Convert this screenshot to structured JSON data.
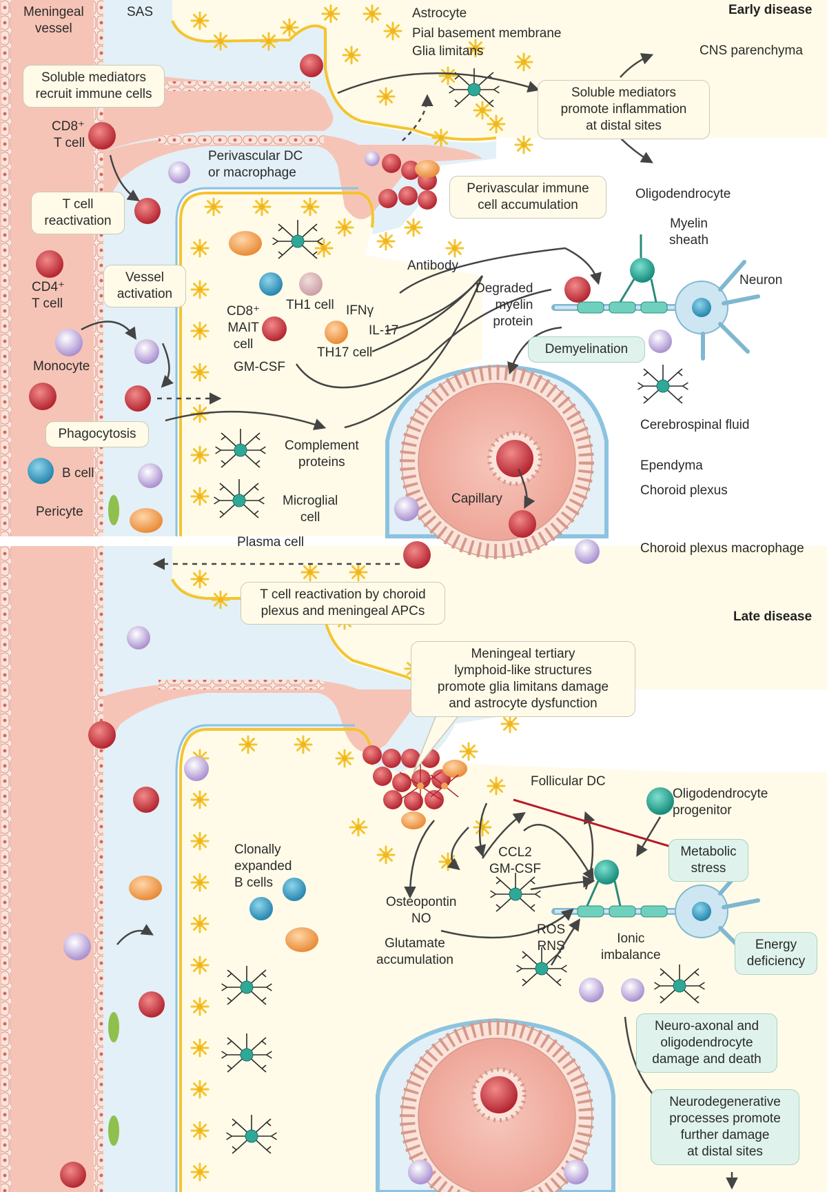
{
  "panels": {
    "early": "Early disease",
    "late": "Late disease"
  },
  "early_labels": {
    "meningeal_vessel": "Meningeal\nvessel",
    "sas": "SAS",
    "astrocyte": "Astrocyte",
    "pial_basement_membrane": "Pial basement membrane",
    "glia_limitans": "Glia limitans",
    "cns_parenchyma": "CNS parenchyma",
    "cd8_t_cell": "CD8⁺\nT cell",
    "perivascular_dc": "Perivascular DC\nor macrophage",
    "oligodendrocyte": "Oligodendrocyte",
    "myelin_sheath": "Myelin\nsheath",
    "neuron": "Neuron",
    "antibody": "Antibody",
    "cd4_t_cell": "CD4⁺\nT cell",
    "th1_cell": "TH1 cell",
    "ifn": "IFNγ",
    "il17": "IL-17",
    "th17_cell": "TH17 cell",
    "cd8_mait": "CD8⁺\nMAIT\ncell",
    "gmcsf": "GM-CSF",
    "degraded_myelin": "Degraded\nmyelin\nprotein",
    "monocyte": "Monocyte",
    "b_cell": "B cell",
    "pericyte": "Pericyte",
    "complement": "Complement\nproteins",
    "microglial_cell": "Microglial\ncell",
    "plasma_cell": "Plasma cell",
    "csf": "Cerebrospinal fluid",
    "ependyma": "Ependyma",
    "choroid_plexus": "Choroid plexus",
    "capillary": "Capillary",
    "cp_macrophage": "Choroid plexus macrophage"
  },
  "early_boxes": {
    "soluble_recruit": "Soluble mediators\nrecruit immune cells",
    "soluble_distal": "Soluble mediators\npromote inflammation\nat distal sites",
    "t_reactivation": "T cell\nreactivation",
    "perivascular_accum": "Perivascular immune\ncell accumulation",
    "vessel_activation": "Vessel\nactivation",
    "demyelination": "Demyelination",
    "phagocytosis": "Phagocytosis",
    "t_reactivation_cp": "T cell reactivation by choroid\nplexus and meningeal APCs"
  },
  "late_labels": {
    "follicular_dc": "Follicular DC",
    "opc": "Oligodendrocyte\nprogenitor",
    "clonal_b": "Clonally\nexpanded\nB cells",
    "ccl2": "CCL2\nGM-CSF",
    "osteopontin": "Osteopontin\nNO",
    "glutamate": "Glutamate\naccumulation",
    "ros": "ROS\nRNS",
    "ionic": "Ionic\nimbalance"
  },
  "late_boxes": {
    "tertiary": "Meningeal tertiary\nlymphoid-like structures\npromote glia limitans damage\nand astrocyte dysfunction",
    "metabolic": "Metabolic\nstress",
    "energy": "Energy\ndeficiency",
    "neuroaxonal": "Neuro-axonal and\noligodendrocyte\ndamage and death",
    "neurodegen": "Neurodegenerative\nprocesses promote\nfurther damage\nat distal sites"
  },
  "colors": {
    "vessel": "#f6c4b6",
    "vessel_wall": "#fbe3da",
    "sas": "#e3f0f7",
    "parenchyma": "#fffbe8",
    "astro": "#f4c430",
    "t_cell": "#c62f3a",
    "b_cell": "#3aa0c8",
    "microglia": "#2fa898",
    "macrophage": "#b8a2d6",
    "plasma": "#f2a155",
    "csf_ring": "#8cc3e0",
    "inhibit": "#b8182a"
  }
}
